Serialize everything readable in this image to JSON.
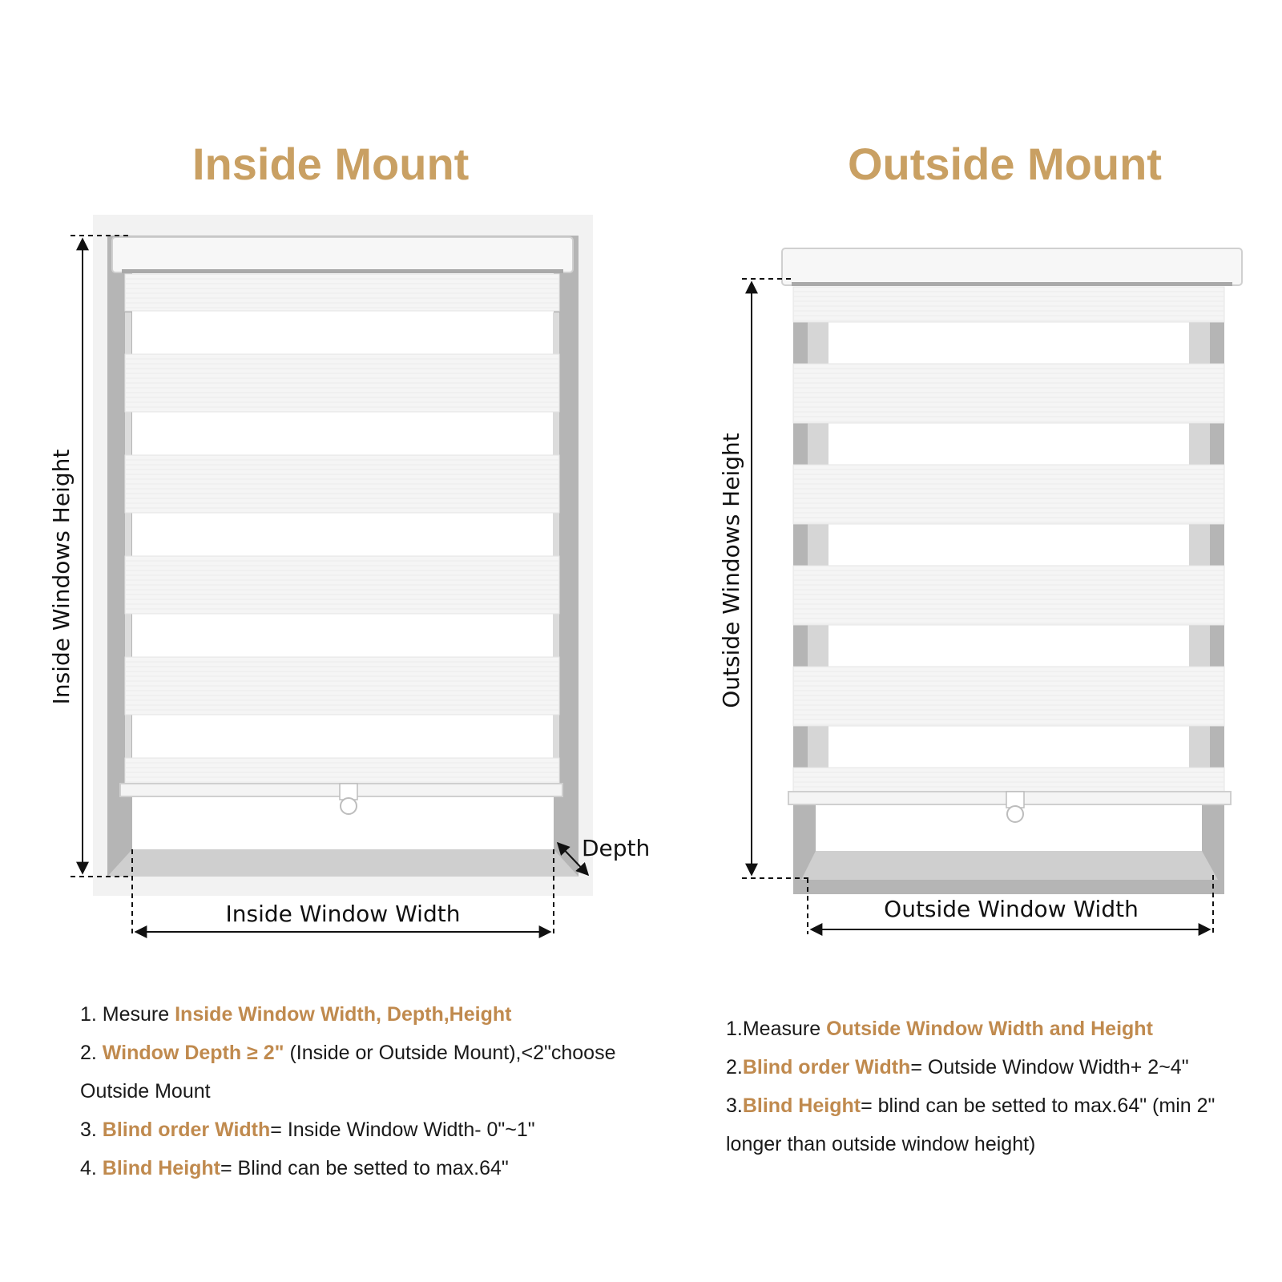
{
  "colors": {
    "accent": "#c9a063",
    "highlight": "#c08a4e",
    "frame": "#b3b3b3",
    "shade": "#ffffff"
  },
  "inside": {
    "title": "Inside Mount",
    "height_label": "Inside Windows Height",
    "width_label": "Inside Window Width",
    "depth_label": "Depth",
    "instructions": [
      [
        {
          "t": "1. Mesure "
        },
        {
          "t": "Inside Window Width, Depth,Height",
          "hl": true
        }
      ],
      [
        {
          "t": "2. "
        },
        {
          "t": "Window Depth ≥ 2\"",
          "hl": true
        },
        {
          "t": " (Inside or Outside Mount),<2\"choose"
        }
      ],
      [
        {
          "t": " Outside Mount"
        }
      ],
      [
        {
          "t": "3. "
        },
        {
          "t": "Blind order Width",
          "hl": true
        },
        {
          "t": "= Inside Window Width- 0\"~1\""
        }
      ],
      [
        {
          "t": "4. "
        },
        {
          "t": "Blind Height",
          "hl": true
        },
        {
          "t": "= Blind can be setted to max.64\""
        }
      ]
    ]
  },
  "outside": {
    "title": "Outside Mount",
    "height_label": "Outside Windows Height",
    "width_label": "Outside Window Width",
    "instructions": [
      [
        {
          "t": "1.Measure "
        },
        {
          "t": "Outside Window Width and Height",
          "hl": true
        }
      ],
      [
        {
          "t": "2."
        },
        {
          "t": "Blind order Width",
          "hl": true
        },
        {
          "t": "= Outside Window Width+ 2~4\""
        }
      ],
      [
        {
          "t": "3."
        },
        {
          "t": "Blind Height",
          "hl": true
        },
        {
          "t": "= blind can be setted to max.64\" (min 2\""
        }
      ],
      [
        {
          "t": "longer than outside window height)"
        }
      ]
    ]
  }
}
